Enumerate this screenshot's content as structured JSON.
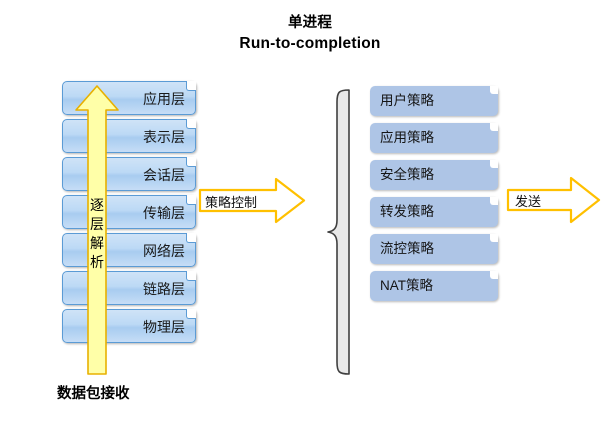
{
  "title": {
    "line_cn": "单进程",
    "line_en": "Run-to-completion"
  },
  "osi_stack": {
    "name": "osi-layers",
    "layers": [
      {
        "label": "应用层"
      },
      {
        "label": "表示层"
      },
      {
        "label": "会话层"
      },
      {
        "label": "传输层"
      },
      {
        "label": "网络层"
      },
      {
        "label": "链路层"
      },
      {
        "label": "物理层"
      }
    ]
  },
  "up_arrow": {
    "label_chars": [
      "逐",
      "层",
      "解",
      "析"
    ],
    "label": "逐层解析",
    "fill_color": "#ffffa8",
    "stroke_color": "#e8b000"
  },
  "caption": {
    "receive": "数据包接收"
  },
  "arrows": {
    "policy_control": {
      "label": "策略控制",
      "fill_color": "#ffffff",
      "stroke_color": "#ffc000"
    },
    "send": {
      "label": "发送",
      "fill_color": "#ffffff",
      "stroke_color": "#ffc000"
    }
  },
  "brace": {
    "name": "left-curly-brace",
    "fill_color": "#e8e8e8",
    "stroke_color": "#3f3f3f"
  },
  "policy_stack": {
    "name": "policy-list",
    "box_color": "#aec5e6",
    "items": [
      {
        "label": "用户策略"
      },
      {
        "label": "应用策略"
      },
      {
        "label": "安全策略"
      },
      {
        "label": "转发策略"
      },
      {
        "label": "流控策略"
      },
      {
        "label": "NAT策略"
      }
    ]
  }
}
